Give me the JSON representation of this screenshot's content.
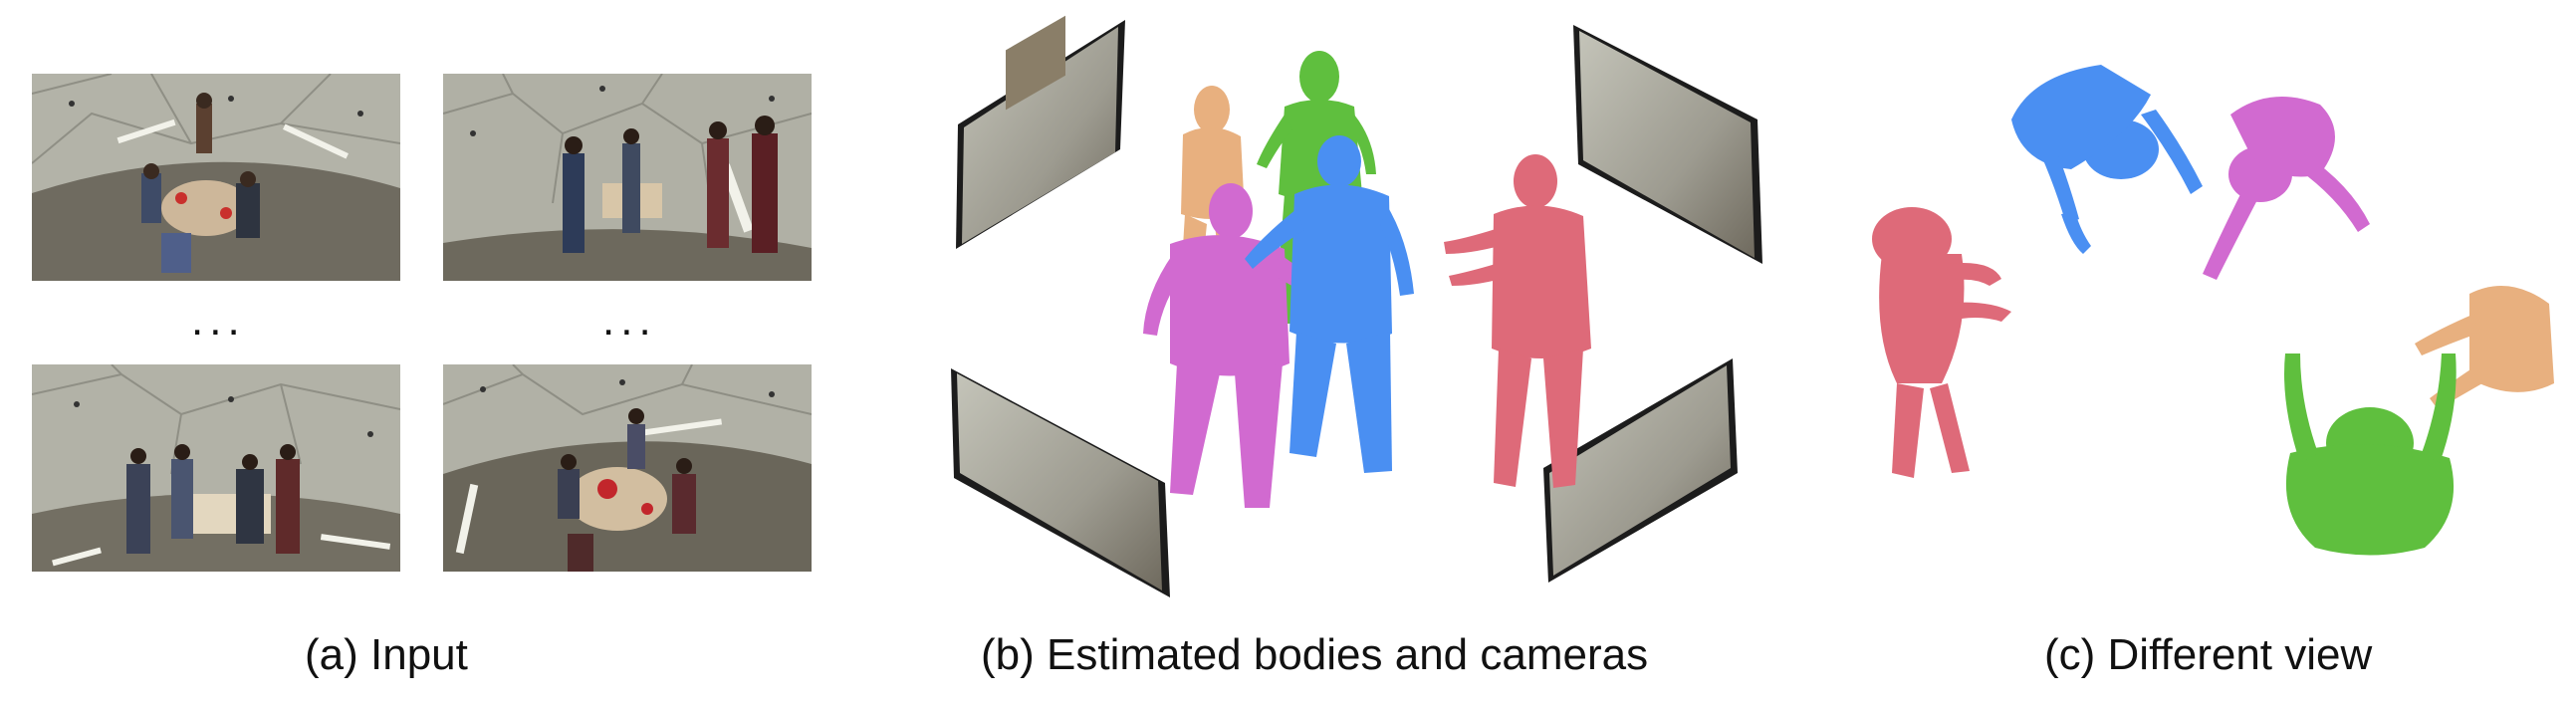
{
  "panels": {
    "input": {
      "caption": "(a) Input",
      "ellipsis": "..."
    },
    "estimated": {
      "caption": "(b) Estimated bodies and cameras"
    },
    "different_view": {
      "caption": "(c) Different view"
    }
  },
  "colors": {
    "body_orange": "#e8b07f",
    "body_green": "#5fbf3e",
    "body_magenta": "#d16ad0",
    "body_blue": "#4a8ff2",
    "body_red": "#de6a79",
    "dome_wall": "#a7a79b",
    "dome_floor": "#7a7568"
  }
}
